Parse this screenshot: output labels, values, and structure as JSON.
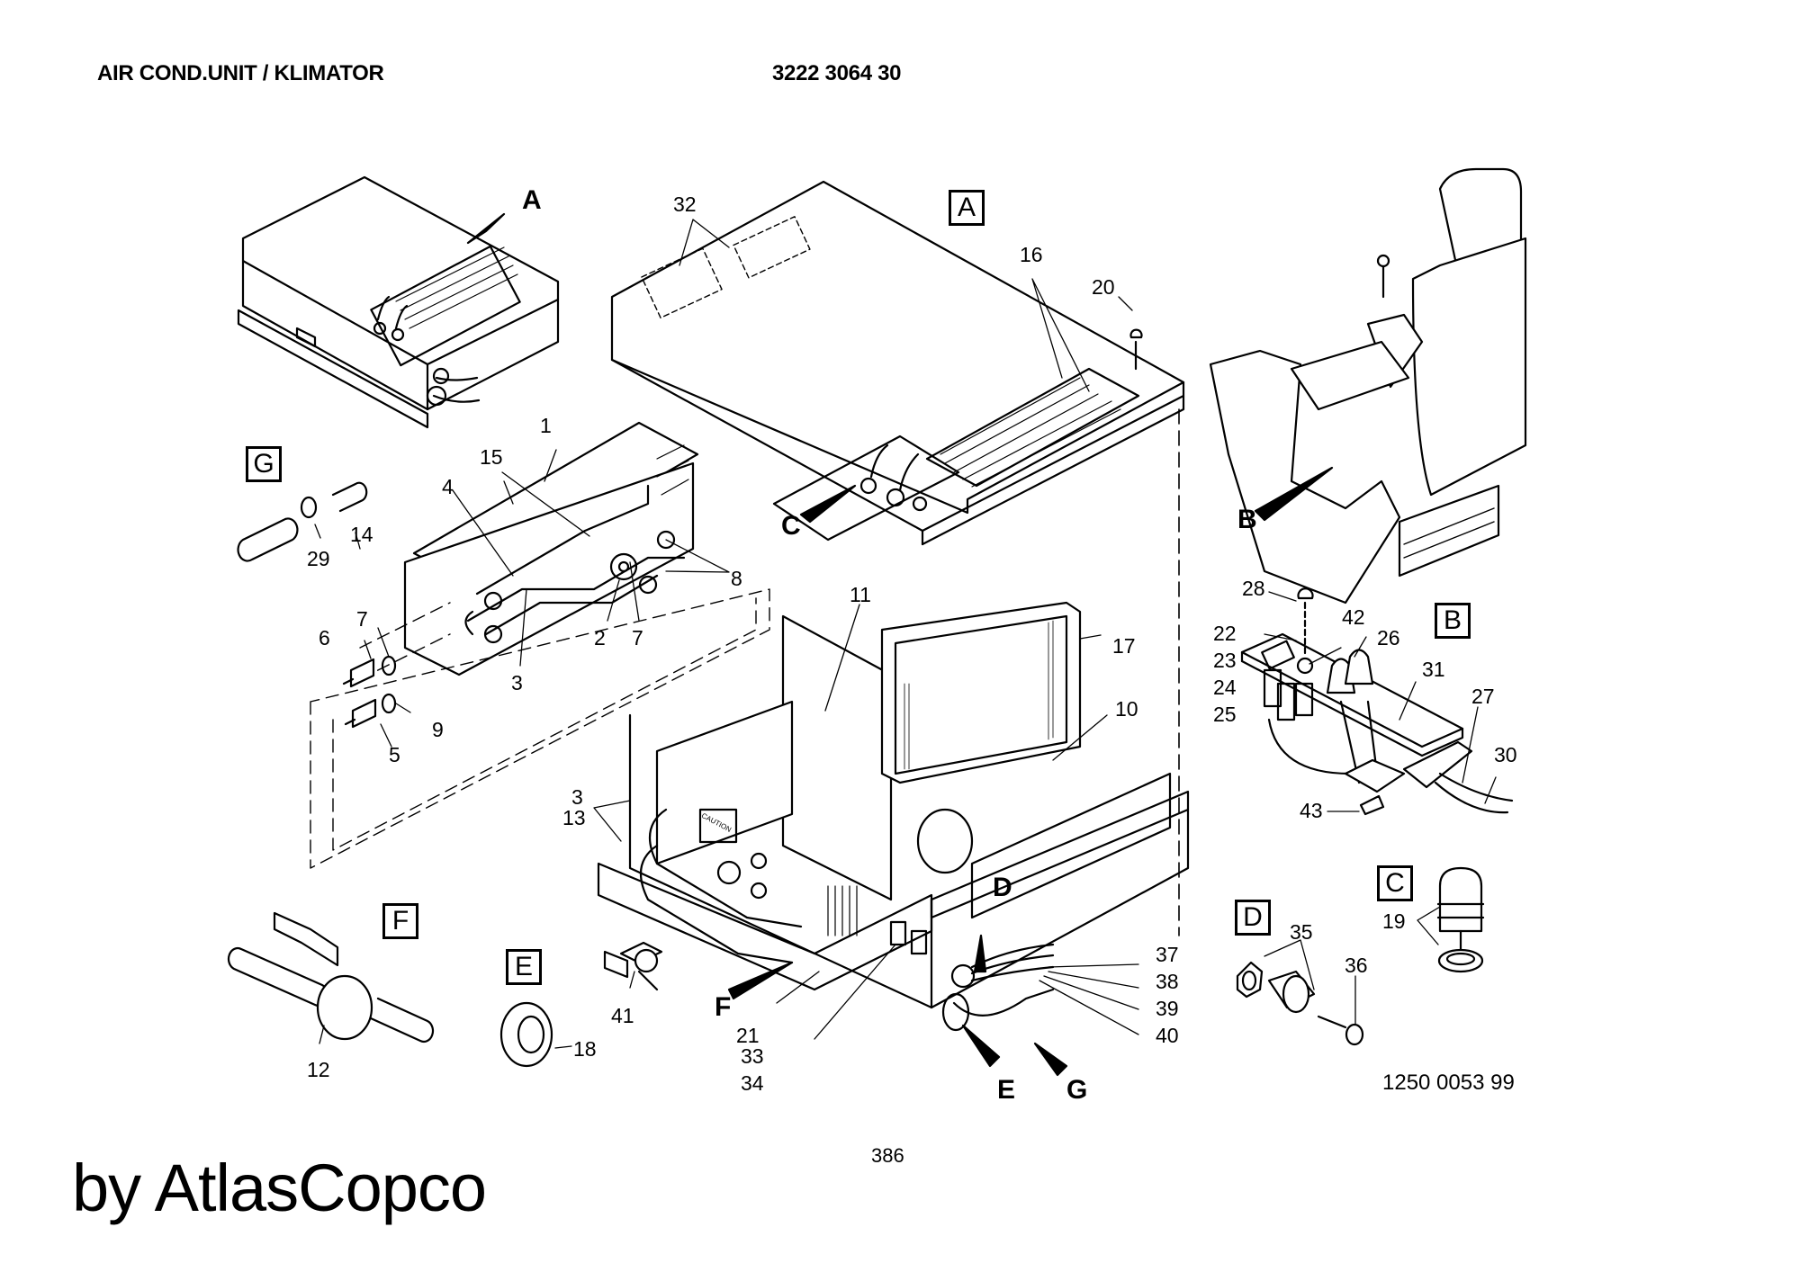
{
  "header": {
    "title": "AIR COND.UNIT / KLIMATOR",
    "part_number": "3222 3064 30"
  },
  "views": {
    "A": "A",
    "B": "B",
    "C": "C",
    "D": "D",
    "E": "E",
    "F": "F",
    "G": "G"
  },
  "callouts": {
    "p1": "1",
    "p2": "2",
    "p3a": "3",
    "p3b": "3",
    "p4": "4",
    "p5": "5",
    "p6": "6",
    "p7a": "7",
    "p7b": "7",
    "p8": "8",
    "p9": "9",
    "p10": "10",
    "p11": "11",
    "p12": "12",
    "p13": "13",
    "p14": "14",
    "p15": "15",
    "p16": "16",
    "p17": "17",
    "p18": "18",
    "p19": "19",
    "p20": "20",
    "p21": "21",
    "p22": "22",
    "p23": "23",
    "p24": "24",
    "p25": "25",
    "p26": "26",
    "p27": "27",
    "p28": "28",
    "p29": "29",
    "p30": "30",
    "p31": "31",
    "p32": "32",
    "p33": "33",
    "p34": "34",
    "p35": "35",
    "p36": "36",
    "p37": "37",
    "p38": "38",
    "p39": "39",
    "p40": "40",
    "p41": "41",
    "p42": "42",
    "p43": "43"
  },
  "caution_label": "CAUTION",
  "drawing_number": "1250 0053 99",
  "page_number": "386",
  "footer_brand": "by AtlasCopco",
  "colors": {
    "ink": "#000000",
    "paper": "#ffffff"
  }
}
